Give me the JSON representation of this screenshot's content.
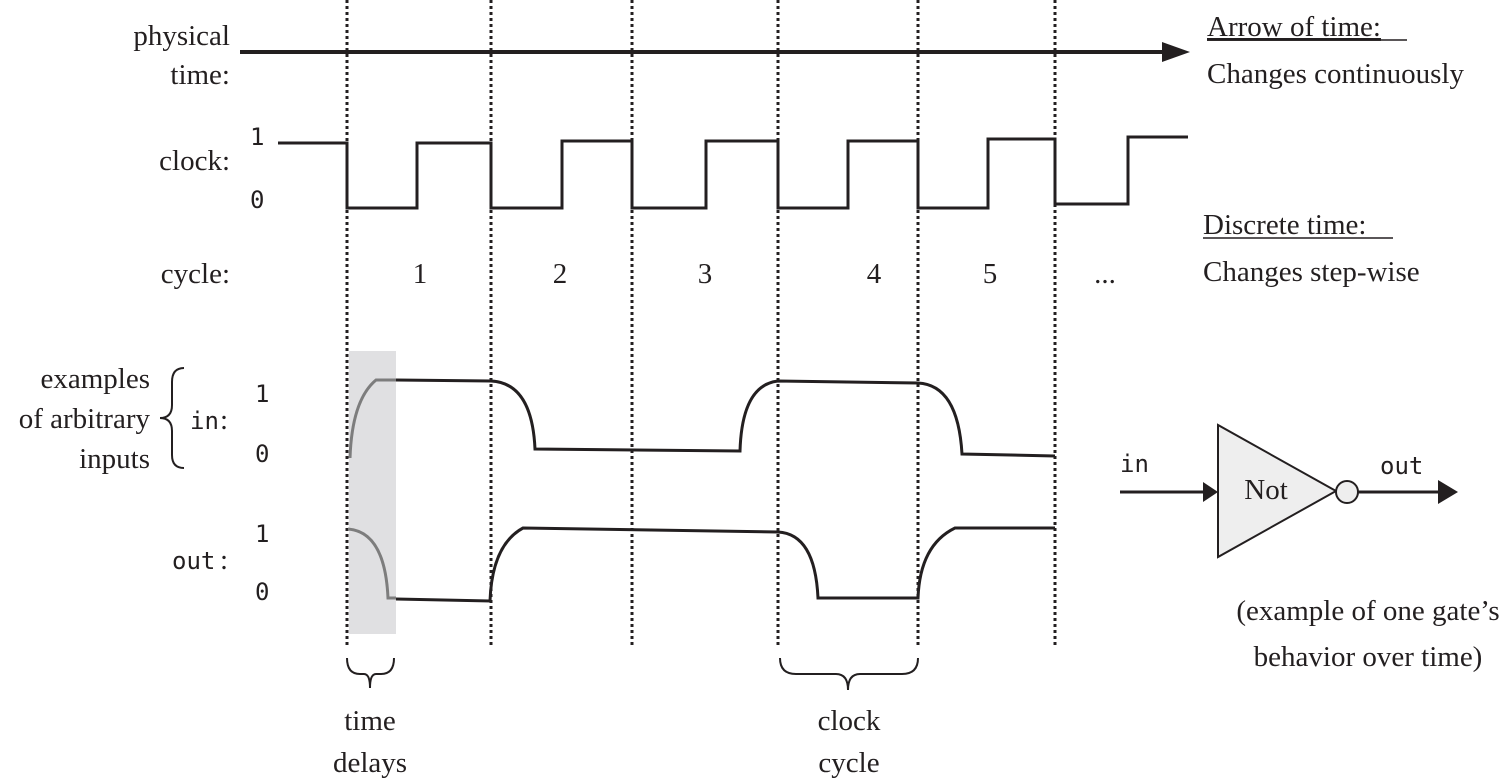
{
  "labels": {
    "physical": "physical",
    "time": "time:",
    "clock": "clock:",
    "cycle": "cycle:",
    "examples_line1": "examples",
    "examples_line2": "of arbitrary",
    "examples_line3": "inputs",
    "in": "in",
    "out": "out",
    "colon": ":",
    "one": "1",
    "zero": "0"
  },
  "cycles": [
    "1",
    "2",
    "3",
    "4",
    "5",
    "..."
  ],
  "right_notes": {
    "arrow_title": "Arrow of time:",
    "arrow_desc": "Changes continuously",
    "discrete_title": "Discrete time:",
    "discrete_desc": "Changes step-wise"
  },
  "gate": {
    "name": "Not",
    "input": "in",
    "output": "out",
    "caption_line1": "(example of one gate’s",
    "caption_line2": "behavior over time)"
  },
  "annotations": {
    "time_delays_1": "time",
    "time_delays_2": "delays",
    "clock_cycle_1": "clock",
    "clock_cycle_2": "cycle"
  },
  "colors": {
    "ink": "#231f20",
    "delay_shade": "#e0e0e2",
    "transient": "#7d7d7d",
    "gate_fill": "#eeeeee"
  }
}
